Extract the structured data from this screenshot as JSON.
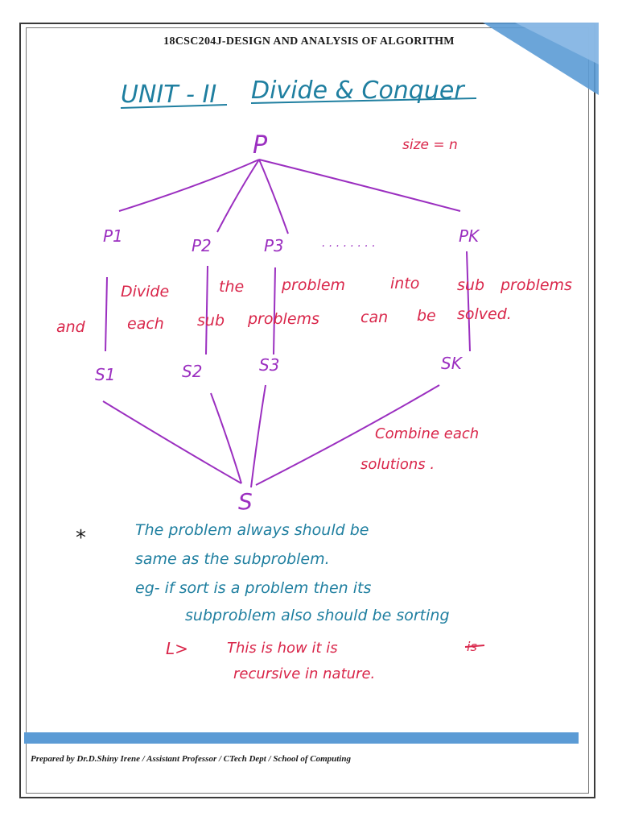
{
  "header": {
    "course_title": "18CSC204J-DESIGN AND ANALYSIS OF ALGORITHM"
  },
  "notes": {
    "unit_title": "UNIT - II",
    "topic_title": "Divide & Conquer",
    "root_node": "P",
    "size_note": "size = n",
    "subproblems": [
      "P1",
      "P2",
      "P3",
      "PK"
    ],
    "ellipsis": ". . . . . . . .",
    "divide_line1": [
      "Divide",
      "the",
      "problem",
      "into",
      "sub",
      "problems"
    ],
    "divide_line2": [
      "and",
      "each",
      "sub",
      "problems",
      "can",
      "be",
      "solved."
    ],
    "solutions": [
      "S1",
      "S2",
      "S3",
      "SK"
    ],
    "combine_line1": "Combine each",
    "combine_line2": "solutions .",
    "final_node": "S",
    "star": "*",
    "point_line1": "The problem always should be",
    "point_line2": "same as the subproblem.",
    "point_line3": "eg- if sort is a problem then its",
    "point_line4": "subproblem also should be sorting",
    "arrow": "L>",
    "recursive_line1": "This is how it is",
    "recursive_struck": "is",
    "recursive_line2": "recursive in nature."
  },
  "footer": {
    "prepared_by": "Prepared by Dr.D.Shiny Irene / Assistant Professor / CTech Dept / School of Computing"
  },
  "colors": {
    "blue_ink": "#1f7fa0",
    "red_ink": "#d9264a",
    "purple_ink": "#9b2fc0",
    "accent": "#5b9bd5"
  }
}
